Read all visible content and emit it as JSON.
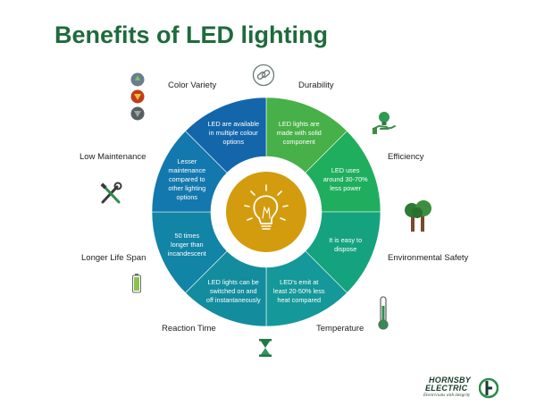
{
  "title": "Benefits of LED lighting",
  "colors": {
    "title": "#1e6b3c",
    "hub": "#d39c0e",
    "ring_white": "#ffffff"
  },
  "center_icon": "lightbulb-icon",
  "segments": [
    {
      "text": [
        "LED lights are",
        "made with solid",
        "component"
      ],
      "color": "#47b048"
    },
    {
      "text": [
        "LED uses",
        "around 30-70%",
        "less power"
      ],
      "color": "#1fae5e"
    },
    {
      "text": [
        "It is easy to",
        "dispose"
      ],
      "color": "#15a37f"
    },
    {
      "text": [
        "LED's emit at",
        "least 20-50% less",
        "heat compared"
      ],
      "color": "#15989a"
    },
    {
      "text": [
        "LED lights can be",
        "switched on and",
        "off instantaneously"
      ],
      "color": "#138c9e"
    },
    {
      "text": [
        "50 times",
        "longer than",
        "incandescent"
      ],
      "color": "#1284a5"
    },
    {
      "text": [
        "Lesser",
        "maintenance",
        "compared to",
        "other lighting",
        "options"
      ],
      "color": "#1378ad"
    },
    {
      "text": [
        "LED are available",
        "in multiple colour",
        "options"
      ],
      "color": "#1466aa"
    }
  ],
  "labels": {
    "durability": "Durability",
    "efficiency": "Efficiency",
    "environmental_safety": "Environmental Safety",
    "temperature": "Temperature",
    "reaction_time": "Reaction Time",
    "longer_life_span": "Longer Life Span",
    "low_maintenance": "Low Maintenance",
    "color_variety": "Color Variety"
  },
  "icons": {
    "durability": "chain-link-icon",
    "efficiency": "bulb-in-hand-icon",
    "environmental_safety": "trees-icon",
    "temperature": "thermometer-icon",
    "reaction_time": "hourglass-icon",
    "longer_life_span": "battery-icon",
    "low_maintenance": "tools-icon",
    "color_variety": "color-bulbs-icon"
  },
  "logo": {
    "line1": "HORNSBY",
    "line2": "ELECTRIC",
    "tagline": "Electricians with integrity"
  }
}
